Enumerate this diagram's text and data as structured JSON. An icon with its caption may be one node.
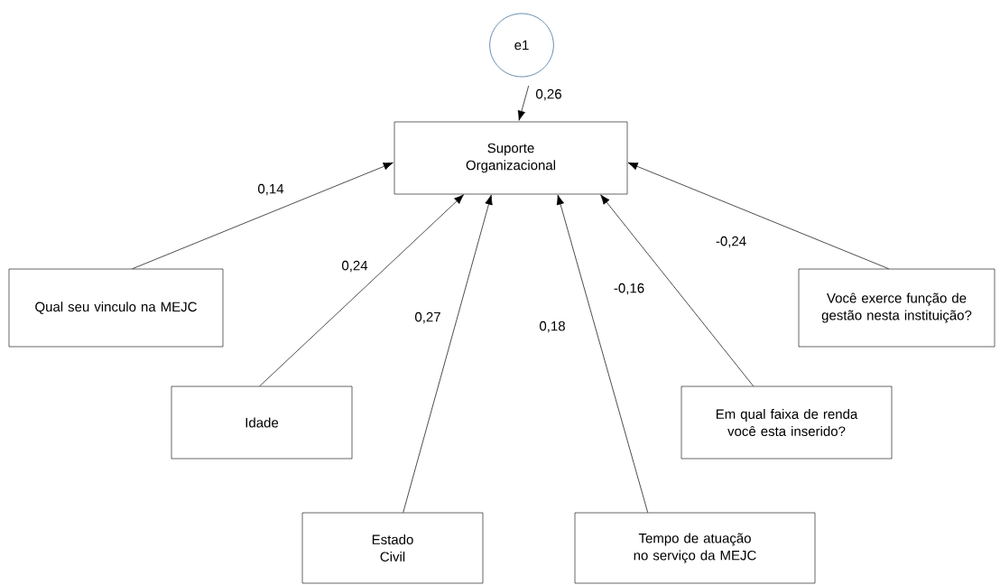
{
  "diagram": {
    "nodes": [
      {
        "text": [
          "e1"
        ]
      },
      {
        "text": [
          "Suporte Organizacional"
        ]
      },
      {
        "text": [
          "Qual seu vinculo  na MEJC"
        ]
      },
      {
        "text": [
          "Você exerce função de gestão nesta instituição?"
        ]
      },
      {
        "text": [
          "Idade"
        ]
      },
      {
        "text": [
          "Em qual faixa    de renda você esta inserido?"
        ]
      },
      {
        "text": [
          "Estado Civil"
        ]
      },
      {
        "text": [
          "Tempo de  atuação no serviço da MEJC"
        ]
      }
    ],
    "edges": [
      {
        "from": 0,
        "to": 1,
        "arrow": "to",
        "label": "0,26"
      },
      {
        "from": 2,
        "to": 1,
        "arrow": "to",
        "label": "0,14"
      },
      {
        "from": 3,
        "to": 1,
        "arrow": "to",
        "label": "-0,24"
      },
      {
        "from": 4,
        "to": 1,
        "arrow": "to",
        "label": "0,24"
      },
      {
        "from": 5,
        "to": 1,
        "arrow": "to",
        "label": "-0,16"
      },
      {
        "from": 6,
        "to": 1,
        "arrow": "to",
        "label": "0,27"
      },
      {
        "from": 7,
        "to": 1,
        "arrow": "to",
        "label": "0,18"
      }
    ]
  }
}
